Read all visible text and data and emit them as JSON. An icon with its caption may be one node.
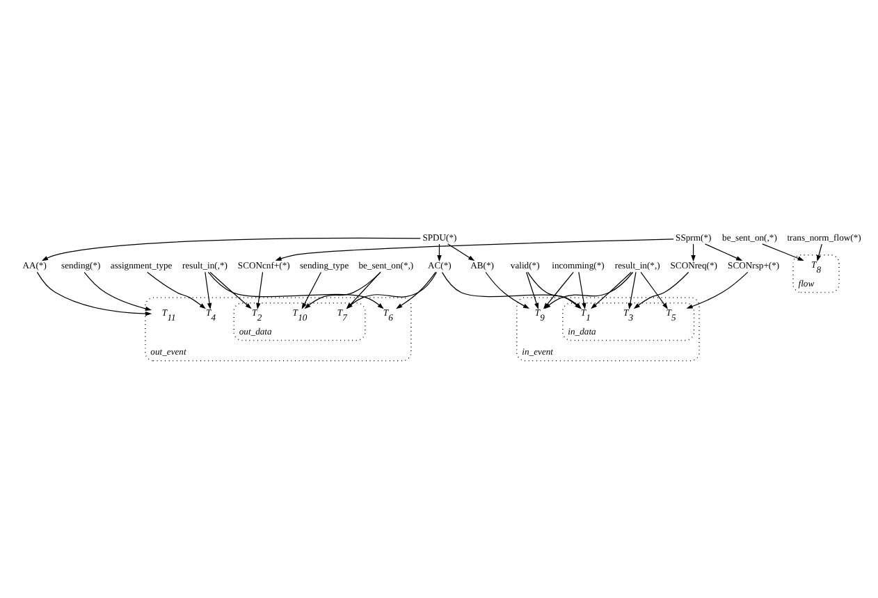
{
  "diagram": {
    "nodes": [
      {
        "text": [
          "SPDU(*)"
        ]
      },
      {
        "text": [
          "AB(*)"
        ]
      },
      {
        "text": [
          "valid(*)"
        ]
      },
      {
        "text": [
          "AC(*)"
        ]
      },
      {
        "text": [
          "incomming(*)"
        ]
      },
      {
        "text": [
          "AA(*)"
        ]
      },
      {
        "text": [
          "sending(*)"
        ]
      },
      {
        "text": [
          "assignment_type"
        ]
      },
      {
        "text": [
          "in_event"
        ]
      },
      {
        "text": [
          "in_data"
        ],
        "in": 8
      },
      {
        "text": [
          "T$_{9}$"
        ],
        "in": 8
      },
      {
        "text": [
          "T$_{1}$"
        ],
        "in": 9
      },
      {
        "text": [
          "T$_{5}$"
        ],
        "in": 9
      },
      {
        "text": [
          "T$_{3}$"
        ],
        "in": 9
      },
      {
        "text": [
          "out_event"
        ]
      },
      {
        "text": [
          "out_data"
        ],
        "in": 14
      },
      {
        "text": [
          "T$_{11}$"
        ],
        "in": 14
      },
      {
        "text": [
          "T$_{4}$"
        ],
        "in": 14
      },
      {
        "text": [
          "T$_{6}$"
        ],
        "in": 14
      },
      {
        "text": [
          "T$_{7}$"
        ],
        "in": 15
      },
      {
        "text": [
          "T$_{2}$"
        ],
        "in": 15
      },
      {
        "text": [
          "T$_{10}$"
        ],
        "in": 15
      },
      {
        "text": [
          "result_in(*,)"
        ]
      },
      {
        "text": [
          "result_in(,*)"
        ]
      },
      {
        "text": [
          "be_sent_on(*,)"
        ]
      },
      {
        "text": [
          "sending_type"
        ]
      },
      {
        "text": [
          "flow"
        ]
      },
      {
        "text": [
          "T$_{8}$"
        ],
        "in": 26
      },
      {
        "text": [
          "be_sent_on(,*)"
        ]
      },
      {
        "text": [
          "SCONreq(*)"
        ]
      },
      {
        "text": [
          "SCONrsp+(*)"
        ]
      },
      {
        "text": [
          "SCONcnf+(*)"
        ]
      },
      {
        "text": [
          "SSprm(*)"
        ]
      },
      {
        "text": [
          "trans_norm_flow(*)"
        ]
      }
    ],
    "edges": [
      {
        "from": 0,
        "to": 1,
        "arrow": "to"
      },
      {
        "from": 0,
        "to": 3,
        "arrow": "to"
      },
      {
        "from": 0,
        "to": 5,
        "arrow": "to"
      },
      {
        "from": 1,
        "to": 10,
        "arrow": "to"
      },
      {
        "from": 2,
        "to": 10,
        "arrow": "to"
      },
      {
        "from": 2,
        "to": 11,
        "arrow": "to"
      },
      {
        "from": 3,
        "to": 11,
        "arrow": "to"
      },
      {
        "from": 3,
        "to": 18,
        "arrow": "to"
      },
      {
        "from": 3,
        "to": 19,
        "arrow": "to"
      },
      {
        "from": 4,
        "to": 10,
        "arrow": "to"
      },
      {
        "from": 4,
        "to": 11,
        "arrow": "to"
      },
      {
        "from": 5,
        "to": 16,
        "arrow": "to"
      },
      {
        "from": 6,
        "to": 16,
        "arrow": "to"
      },
      {
        "from": 7,
        "to": 17,
        "arrow": "to"
      },
      {
        "from": 22,
        "to": 10,
        "arrow": "to"
      },
      {
        "from": 22,
        "to": 11,
        "arrow": "to"
      },
      {
        "from": 22,
        "to": 12,
        "arrow": "to"
      },
      {
        "from": 22,
        "to": 13,
        "arrow": "to"
      },
      {
        "from": 23,
        "to": 17,
        "arrow": "to"
      },
      {
        "from": 23,
        "to": 18,
        "arrow": "to"
      },
      {
        "from": 23,
        "to": 20,
        "arrow": "to"
      },
      {
        "from": 24,
        "to": 19,
        "arrow": "to"
      },
      {
        "from": 24,
        "to": 21,
        "arrow": "to"
      },
      {
        "from": 25,
        "to": 21,
        "arrow": "to"
      },
      {
        "from": 28,
        "to": 27,
        "arrow": "to"
      },
      {
        "from": 33,
        "to": 27,
        "arrow": "to"
      },
      {
        "from": 29,
        "to": 13,
        "arrow": "to"
      },
      {
        "from": 30,
        "to": 12,
        "arrow": "to"
      },
      {
        "from": 31,
        "to": 20,
        "arrow": "to"
      },
      {
        "from": 32,
        "to": 29,
        "arrow": "to"
      },
      {
        "from": 32,
        "to": 30,
        "arrow": "to"
      },
      {
        "from": 32,
        "to": 31,
        "arrow": "to"
      }
    ]
  }
}
